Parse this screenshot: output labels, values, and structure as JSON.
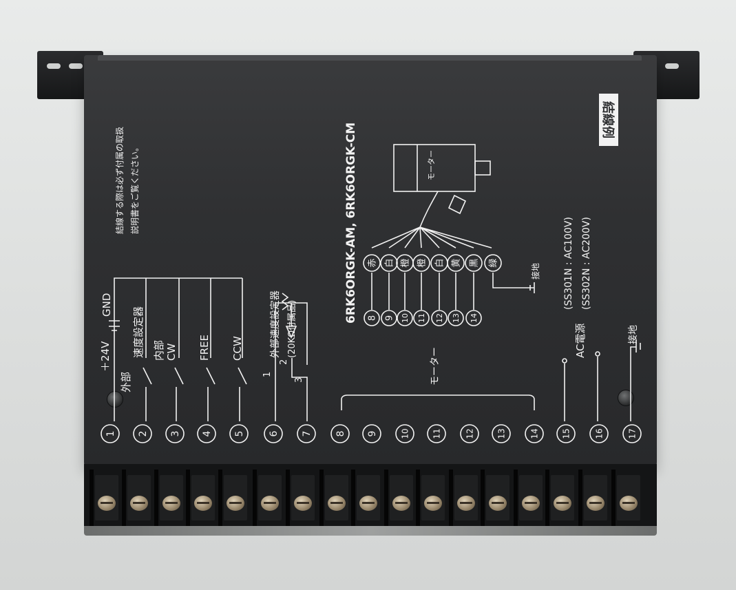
{
  "panel": {
    "title": "結線例",
    "notice": [
      "結線する際は必ず付属の取扱",
      "説明書をご覧ください。"
    ],
    "model_line": "6RK6ORGK-AM, 6RK6ORGK-CM",
    "terminal_numbers": [
      "1",
      "2",
      "3",
      "4",
      "5",
      "6",
      "7",
      "8",
      "9",
      "10",
      "11",
      "12",
      "13",
      "14",
      "15",
      "16",
      "17"
    ],
    "labels": {
      "plus24v": "＋24V",
      "gnd": "GND",
      "external": "外部",
      "speed_setter": "速度設定器",
      "internal": "内部",
      "cw": "CW",
      "free": "FREE",
      "ccw": "CCW",
      "ext_speed_setter": "外部速度設定器",
      "pot_spec": "(20KΩ付属品)",
      "pot_pin1": "1",
      "pot_pin2": "2",
      "pot_pin3": "3",
      "motor": "モーター",
      "motor_box": "モーター",
      "ground": "接地",
      "ground2": "接地",
      "ac_power": "AC電源",
      "ss301n": "(SS301N : AC100V)",
      "ss302n": "(SS302N : AC200V)"
    },
    "wire_colors": [
      "赤",
      "白",
      "橙",
      "橙",
      "白",
      "黄",
      "黒",
      "緑"
    ],
    "wire_numbers": [
      "8",
      "9",
      "10",
      "11",
      "12",
      "13",
      "14"
    ]
  },
  "colors": {
    "panel": "#2f3032",
    "ink": "#f2f2f2",
    "background": "#dfe1e0"
  }
}
